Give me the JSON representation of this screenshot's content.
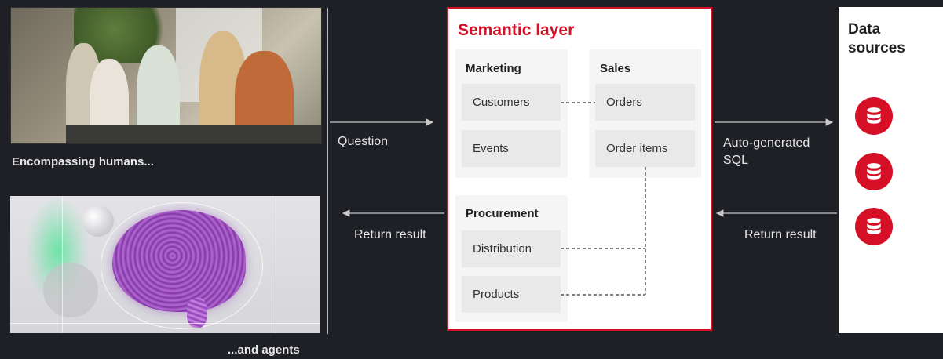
{
  "left": {
    "humans_caption": "Encompassing humans...",
    "agents_caption": "...and agents"
  },
  "flow": {
    "question": "Question",
    "return_result_left": "Return result",
    "sql_line1": "Auto-generated",
    "sql_line2": "SQL",
    "return_result_right": "Return result"
  },
  "semantic_layer": {
    "title": "Semantic layer",
    "groups": [
      {
        "title": "Marketing",
        "items": [
          "Customers",
          "Events"
        ]
      },
      {
        "title": "Sales",
        "items": [
          "Orders",
          "Order items"
        ]
      },
      {
        "title": "Procurement",
        "items": [
          "Distribution",
          "Products"
        ]
      }
    ]
  },
  "data_sources": {
    "title": "Data sources",
    "icons": [
      "database-icon",
      "database-icon",
      "database-icon"
    ]
  },
  "colors": {
    "accent": "#d50f25",
    "background": "#1e2025",
    "panel": "#ffffff",
    "group": "#f5f5f5",
    "item": "#e9e9e9"
  }
}
